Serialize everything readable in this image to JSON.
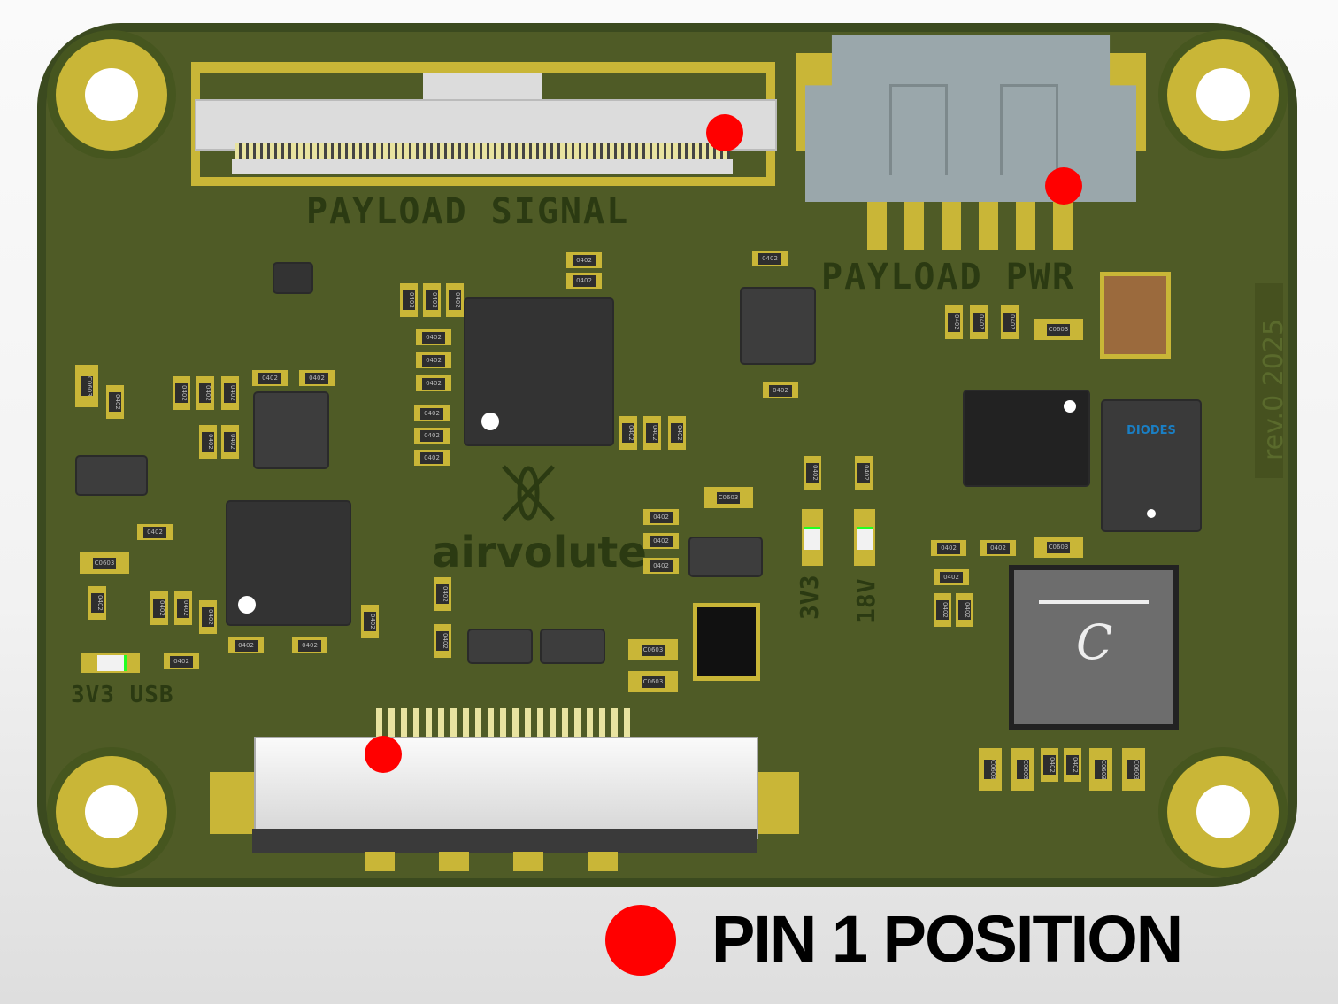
{
  "board": {
    "colors": {
      "soldermask": "#4f5b26",
      "pad": "#c9b637",
      "pin1": "#ff0000",
      "chip": "#333333"
    },
    "labels": {
      "payload_signal": "PAYLOAD SIGNAL",
      "payload_pwr": "PAYLOAD PWR",
      "usb_3v3": "3V3 USB",
      "led_3v3": "3V3",
      "led_18v": "18V",
      "logo": "airvolute",
      "revision": "rev.0 2025",
      "diodes_logo": "DIODES"
    },
    "passive_labels": {
      "c0402": "0402",
      "c0603": "C0603"
    }
  },
  "legend": {
    "label": "PIN 1 POSITION",
    "icon": "red-dot"
  }
}
